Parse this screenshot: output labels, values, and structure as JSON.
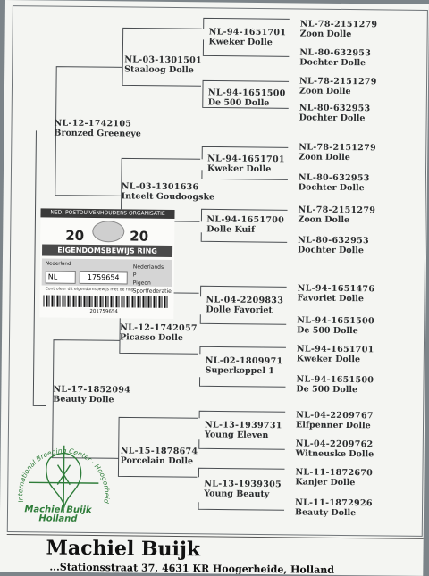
{
  "pedigree": {
    "subject": {
      "ring": "NL-17-1852094",
      "name": "Beauty Dolle"
    },
    "parents": [
      {
        "ring": "NL-12-1742105",
        "name": "Bronzed Greeneye"
      },
      {
        "ring": "NL-12-1742057",
        "name": "Picasso Dolle"
      }
    ],
    "grandparents": [
      {
        "ring": "NL-03-1301501",
        "name": "Staaloog Dolle"
      },
      {
        "ring": "NL-03-1301636",
        "name": "Inteelt Goudoogske"
      },
      {
        "ring": "",
        "name": ""
      },
      {
        "ring": "NL-15-1878674",
        "name": "Porcelain Dolle"
      }
    ],
    "great_grandparents": [
      {
        "ring": "NL-94-1651701",
        "name": "Kweker Dolle"
      },
      {
        "ring": "NL-94-1651500",
        "name": "De 500 Dolle"
      },
      {
        "ring": "NL-94-1651701",
        "name": "Kweker Dolle"
      },
      {
        "ring": "NL-94-1651700",
        "name": "Dolle Kuif"
      },
      {
        "ring": "NL-04-2209833",
        "name": "Dolle Favoriet"
      },
      {
        "ring": "NL-02-1809971",
        "name": "Superkoppel 1"
      },
      {
        "ring": "NL-13-1939731",
        "name": "Young Eleven"
      },
      {
        "ring": "NL-13-1939305",
        "name": "Young Beauty"
      }
    ],
    "great_great_grandparents": [
      {
        "ring": "NL-78-2151279",
        "name": "Zoon Dolle"
      },
      {
        "ring": "NL-80-632953",
        "name": "Dochter Dolle"
      },
      {
        "ring": "NL-78-2151279",
        "name": "Zoon Dolle"
      },
      {
        "ring": "NL-80-632953",
        "name": "Dochter Dolle"
      },
      {
        "ring": "NL-78-2151279",
        "name": "Zoon Dolle"
      },
      {
        "ring": "NL-80-632953",
        "name": "Dochter Dolle"
      },
      {
        "ring": "NL-78-2151279",
        "name": "Zoon Dolle"
      },
      {
        "ring": "NL-80-632953",
        "name": "Dochter Dolle"
      },
      {
        "ring": "NL-94-1651476",
        "name": "Favoriet Dolle"
      },
      {
        "ring": "NL-94-1651500",
        "name": "De 500 Dolle"
      },
      {
        "ring": "NL-94-1651701",
        "name": "Kweker Dolle"
      },
      {
        "ring": "NL-94-1651500",
        "name": "De 500 Dolle"
      },
      {
        "ring": "NL-04-2209767",
        "name": "Elfpenner Dolle"
      },
      {
        "ring": "NL-04-2209762",
        "name": "Witneuske Dolle"
      },
      {
        "ring": "NL-11-1872670",
        "name": "Kanjer Dolle"
      },
      {
        "ring": "NL-11-1872926",
        "name": "Beauty Dolle"
      }
    ]
  },
  "certificate": {
    "organisation": "NED. POSTDUIVENHOUDERS ORGANISATIE",
    "year_left": "20",
    "year_right": "20",
    "title": "EIGENDOMSBEWIJS RING",
    "country_label": "Nederland",
    "country_code": "NL",
    "ring_number": "1759654",
    "side_labels": [
      "Nederlands",
      "P",
      "Pigeon",
      "Sportfederatie"
    ],
    "small_print": "Controleer dit eigendomsbewijs met de ring",
    "barcode_number": "201759654"
  },
  "seal": {
    "arc_text": "International Breeding Center - Hoogerheide - Holland",
    "name_line1": "Machiel Buijk",
    "name_line2": "Holland",
    "color": "#2f7d3a"
  },
  "footer": {
    "name": "Machiel Buijk",
    "address": "...Stationsstraat 37, 4631 KR Hoogerheide, Holland"
  }
}
